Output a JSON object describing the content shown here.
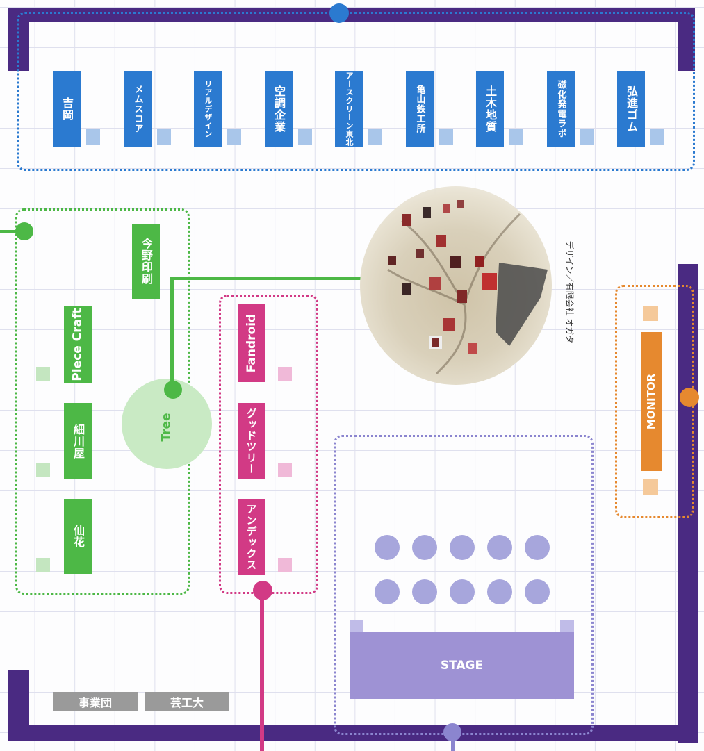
{
  "top_booths": [
    {
      "label": "吉岡"
    },
    {
      "label": "メムスコア"
    },
    {
      "label": "リアルデザイン"
    },
    {
      "label": "空調企業"
    },
    {
      "label": "アースクリーン東北"
    },
    {
      "label": "亀山鉄工所"
    },
    {
      "label": "土木地質"
    },
    {
      "label": "磁化発電ラボ"
    },
    {
      "label": "弘進ゴム"
    }
  ],
  "green_zone": {
    "booths": [
      {
        "label": "今野印刷"
      },
      {
        "label": "Piece Craft"
      },
      {
        "label": "細川屋"
      },
      {
        "label": "仙花"
      }
    ],
    "tree_label": "Tree"
  },
  "pink_zone": {
    "booths": [
      {
        "label": "Fandroid"
      },
      {
        "label": "グッドツリー"
      },
      {
        "label": "アンデックス"
      }
    ]
  },
  "monitor_label": "MONITOR",
  "stage_label": "STAGE",
  "photo_credit": "デザイン／有限会社 オガタ",
  "bottom_labels": [
    "事業団",
    "芸工大"
  ],
  "colors": {
    "wall": "#4a2a82",
    "blue": "#2b7ad0",
    "green": "#4db846",
    "pink": "#d23a85",
    "orange": "#e6892f",
    "stage": "#9e92d4"
  }
}
